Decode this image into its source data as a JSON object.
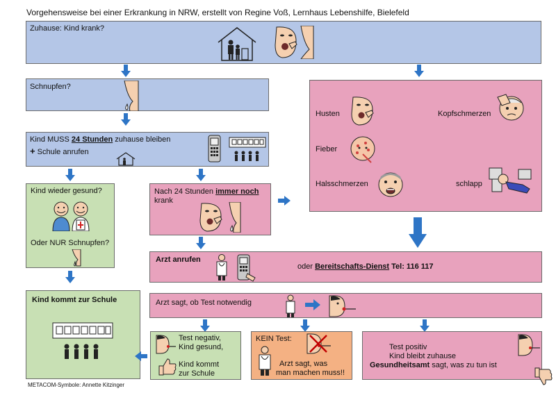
{
  "title": "Vorgehensweise bei einer Erkrankung in NRW,  erstellt von Regine Voß, Lernhaus Lebenshilfe, Bielefeld",
  "credit": "METACOM-Symbole: Annette Kitzinger",
  "home": {
    "label": "Zuhause: Kind krank?"
  },
  "cold": {
    "label": "Schnupfen?"
  },
  "stay": {
    "prefix": "Kind MUSS",
    "hours": "24 Stunden",
    "suffix": "zuhause bleiben",
    "plus": "+",
    "call_school": "Schule anrufen"
  },
  "symptoms": {
    "cough": "Husten",
    "headache": "Kopfschmerzen",
    "fever": "Fieber",
    "sore_throat": "Halsschmerzen",
    "weak": "schlapp"
  },
  "healthy": {
    "question": "Kind wieder gesund?",
    "only_cold": "Oder NUR Schnupfen?"
  },
  "still_sick": {
    "line1_prefix": "Nach 24 Stunden",
    "line1_emph": "immer noch",
    "line2": "krank"
  },
  "call_doctor": {
    "label": "Arzt anrufen",
    "alt_prefix": "oder",
    "alt_service": "Bereitschafts-Dienst",
    "alt_tel": "Tel: 116 117"
  },
  "test_decision": {
    "label": "Arzt sagt, ob Test notwendig"
  },
  "school": {
    "label": "Kind kommt zur Schule"
  },
  "negative": {
    "line1": "Test negativ,",
    "line2": "Kind gesund,",
    "line3": "Kind kommt",
    "line4": "zur Schule"
  },
  "no_test": {
    "label": "KEIN Test:",
    "line1": "Arzt sagt, was",
    "line2": "man machen muss!!"
  },
  "positive": {
    "line1": "Test positiv",
    "line2": "Kind bleibt zuhause",
    "line3_emph": "Gesundheitsamt",
    "line3_rest": "sagt, was zu tun ist"
  },
  "colors": {
    "blue": "#b4c6e7",
    "pink": "#e8a2bd",
    "green": "#c8e0b4",
    "orange": "#f4b183",
    "arrow": "#2e75c6"
  }
}
